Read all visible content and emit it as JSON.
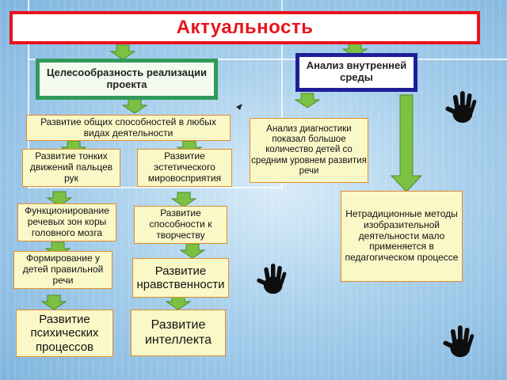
{
  "title": "Актуальность",
  "boxes": {
    "project": "Целесообразность реализации проекта",
    "internal": "Анализ внутренней среды",
    "general": "Развитие общих способностей в любых видах деятельности",
    "diagnostics": "Анализ диагностики показал большое количество детей со средним уровнем развития речи",
    "fine_motor": "Развитие тонких движений пальцев рук",
    "aesthetic": "Развитие эстетического мировосприятия",
    "speech_zones": "Функционирование речевых зон коры головного мозга",
    "creativity": "Развитие способности к творчеству",
    "correct_speech": "Формирование у детей правильной речи",
    "moral": "Развитие нравственности",
    "mental": "Развитие психических процессов",
    "intellect": "Развитие интеллекта",
    "nontraditional": "Нетрадиционные методы изобразительной деятельности мало применяется в педагогическом процессе"
  },
  "colors": {
    "title_border": "#e8141c",
    "project_border": "#2f9a5a",
    "internal_border": "#1e1e9a",
    "box_fill": "#fbf8c8",
    "box_border": "#e08c2a",
    "arrow_fill": "#7cc142",
    "arrow_stroke": "#4f8a28"
  },
  "icons": [
    "hand-icon"
  ]
}
